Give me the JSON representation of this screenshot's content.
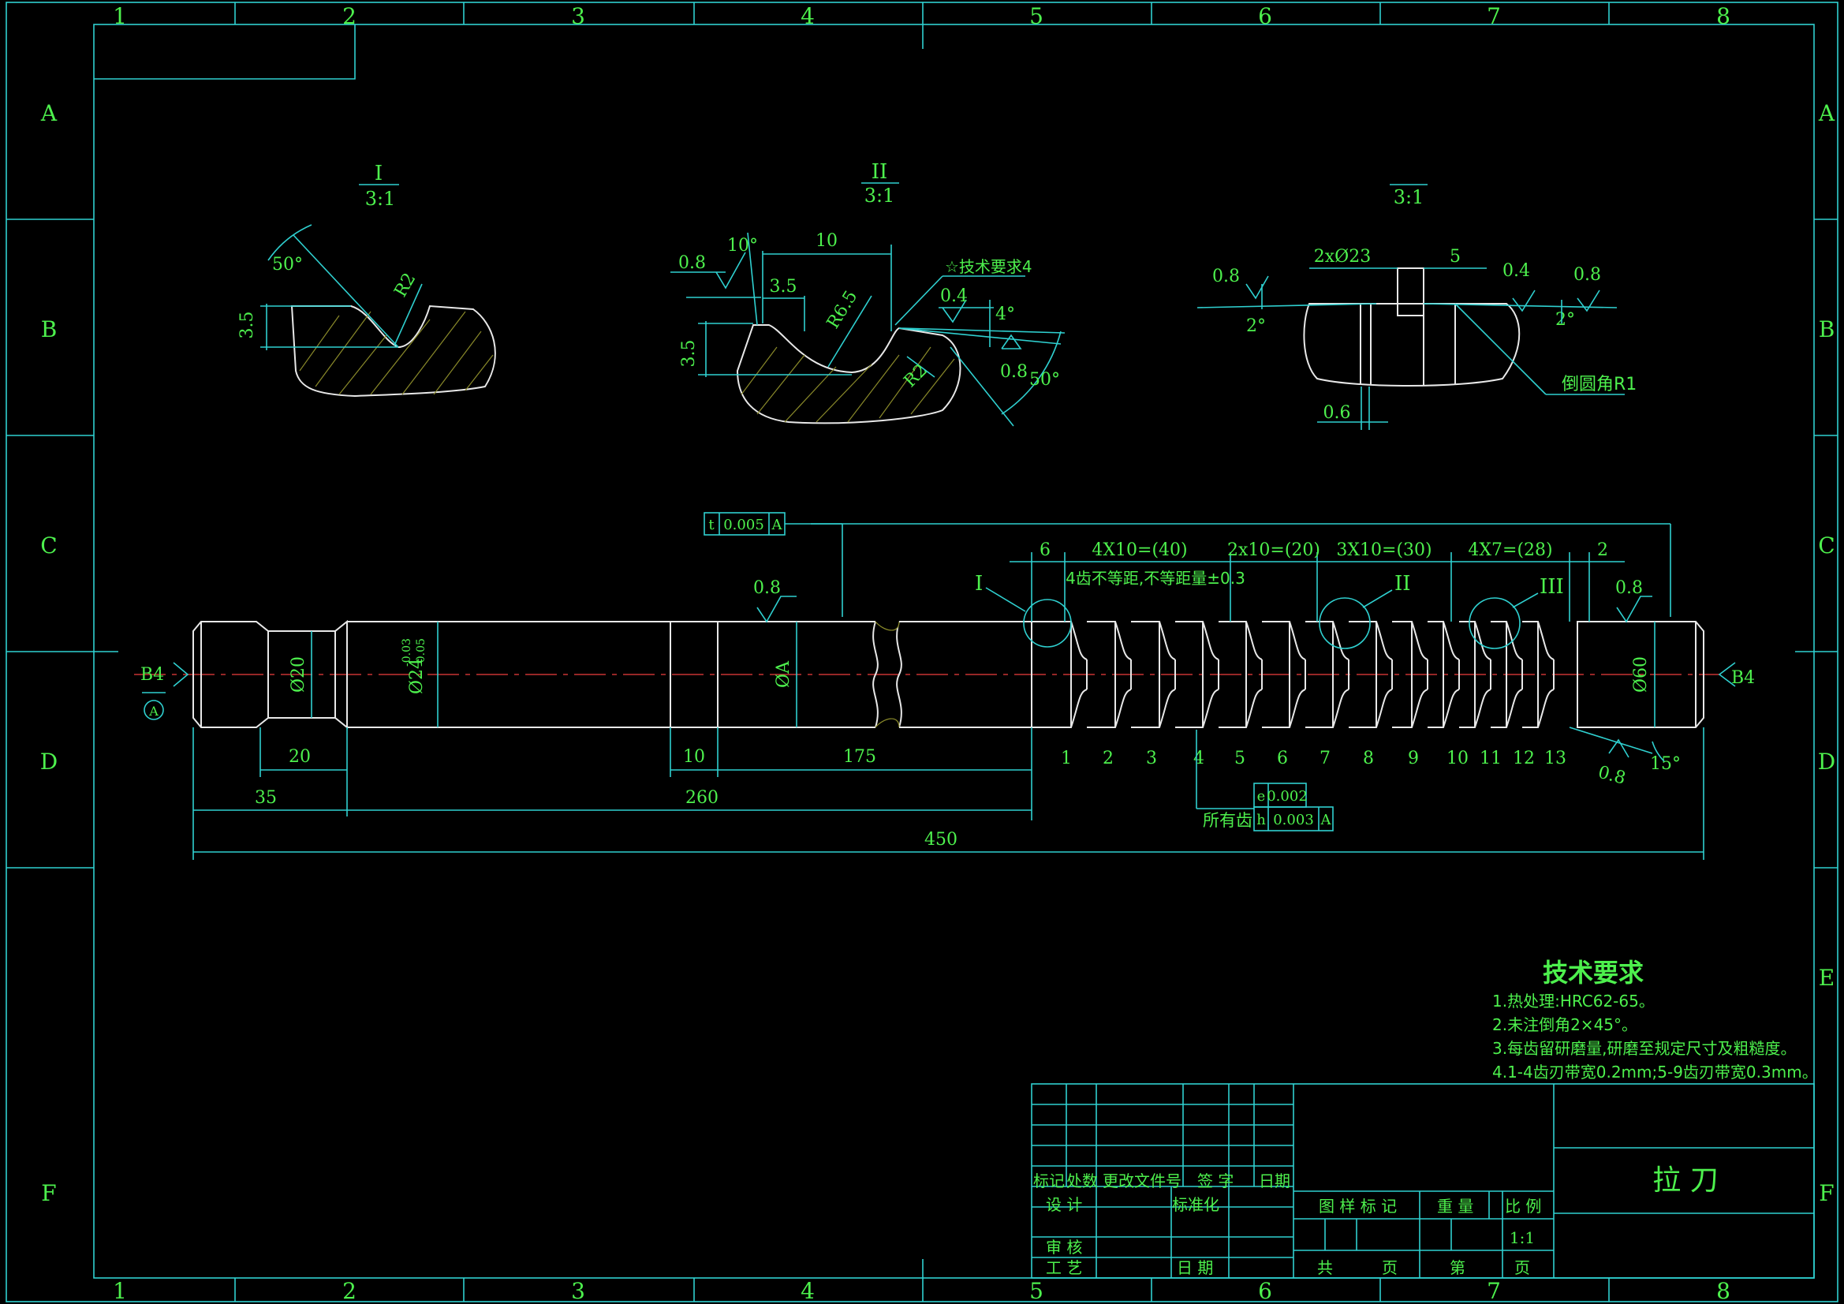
{
  "frame": {
    "columns": [
      "1",
      "2",
      "3",
      "4",
      "5",
      "6",
      "7",
      "8"
    ],
    "rows": [
      "A",
      "B",
      "C",
      "D",
      "E",
      "F"
    ]
  },
  "views": {
    "detail_1": {
      "title": "I",
      "scale": "3:1",
      "dims": {
        "angle": "50°",
        "radius": "R2",
        "depth": "3.5"
      }
    },
    "detail_2": {
      "title": "II",
      "scale": "3:1",
      "dims": {
        "roughness_left": "0.8",
        "angle_left": "10°",
        "width": "10",
        "width2": "3.5",
        "radius_big": "R6.5",
        "tech_note": "☆技术要求4",
        "roughness_right": "0.4",
        "angle_right": "4°",
        "depth": "3.5",
        "radius": "R2",
        "roughness_bottom": "0.8",
        "angle_bottom": "50°"
      }
    },
    "detail_3": {
      "title": "",
      "scale": "3:1",
      "dims": {
        "dia": "2xØ23",
        "width": "5",
        "roughness_l": "0.8",
        "angle_l": "2°",
        "roughness_r1": "0.4",
        "roughness_r2": "0.8",
        "angle_r": "2°",
        "fillet": "倒圆角R1",
        "land": "0.6"
      }
    }
  },
  "main": {
    "tolerance_frame_top": [
      "t",
      "0.005",
      "A"
    ],
    "roughness_top_left": "0.8",
    "roughness_top_right": "0.8",
    "roughness_bottom_right": "0.8",
    "angle_bottom_right": "15°",
    "center_left": "B4",
    "center_right": "B4",
    "datum": "A",
    "dims": {
      "d20": "Ø20",
      "d24": "Ø24",
      "d24_upper": "-0.03",
      "d24_lower": "-0.05",
      "dA": "ØA",
      "d60": "Ø60",
      "len20": "20",
      "len35": "35",
      "len260": "260",
      "len10": "10",
      "len175": "175",
      "len450": "450",
      "pitch6": "6",
      "pitch1": "4X10=(40)",
      "pitch_note": "4齿不等距,不等距量±0.3",
      "pitch2": "2x10=(20)",
      "pitch3": "3X10=(30)",
      "pitch4": "4X7=(28)",
      "pitch2b": "2"
    },
    "callouts": {
      "c1": "I",
      "c2": "II",
      "c3": "III"
    },
    "tooth_numbers": [
      "1",
      "2",
      "3",
      "4",
      "5",
      "6",
      "7",
      "8",
      "9",
      "10",
      "11",
      "12",
      "13"
    ],
    "all_teeth_label": "所有齿",
    "tooth_frames": [
      [
        "e",
        "0.002"
      ],
      [
        "h",
        "0.003",
        "A"
      ]
    ]
  },
  "tech_requirements": {
    "title": "技术要求",
    "items": [
      "1.热处理:HRC62-65。",
      "2.未注倒角2×45°。",
      "3.每齿留研磨量,研磨至规定尺寸及粗糙度。",
      "4.1-4齿刃带宽0.2mm;5-9齿刃带宽0.3mm。"
    ]
  },
  "title_block": {
    "rev_headers": [
      "标记",
      "处数",
      "更改文件号",
      "签 字",
      "日期"
    ],
    "design": "设 计",
    "standardize": "标准化",
    "review": "审 核",
    "process": "工 艺",
    "date": "日 期",
    "drawing_mark": "图 样 标 记",
    "weight": "重 量",
    "scale_label": "比 例",
    "scale_value": "1:1",
    "total": "共",
    "page1": "页",
    "no": "第",
    "page2": "页",
    "part_name": "拉 刀"
  }
}
